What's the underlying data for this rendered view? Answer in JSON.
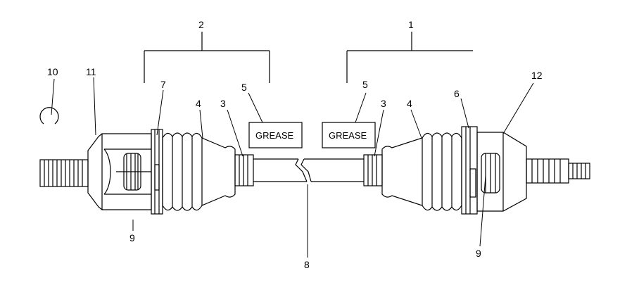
{
  "callouts": {
    "n1": "1",
    "n2": "2",
    "n3_left": "3",
    "n3_right": "3",
    "n4_left": "4",
    "n4_right": "4",
    "n5_left": "5",
    "n5_right": "5",
    "n6": "6",
    "n7": "7",
    "n8": "8",
    "n9_left": "9",
    "n9_right": "9",
    "n10": "10",
    "n11": "11",
    "n12": "12"
  },
  "grease_left": "GREASE",
  "grease_right": "GREASE"
}
